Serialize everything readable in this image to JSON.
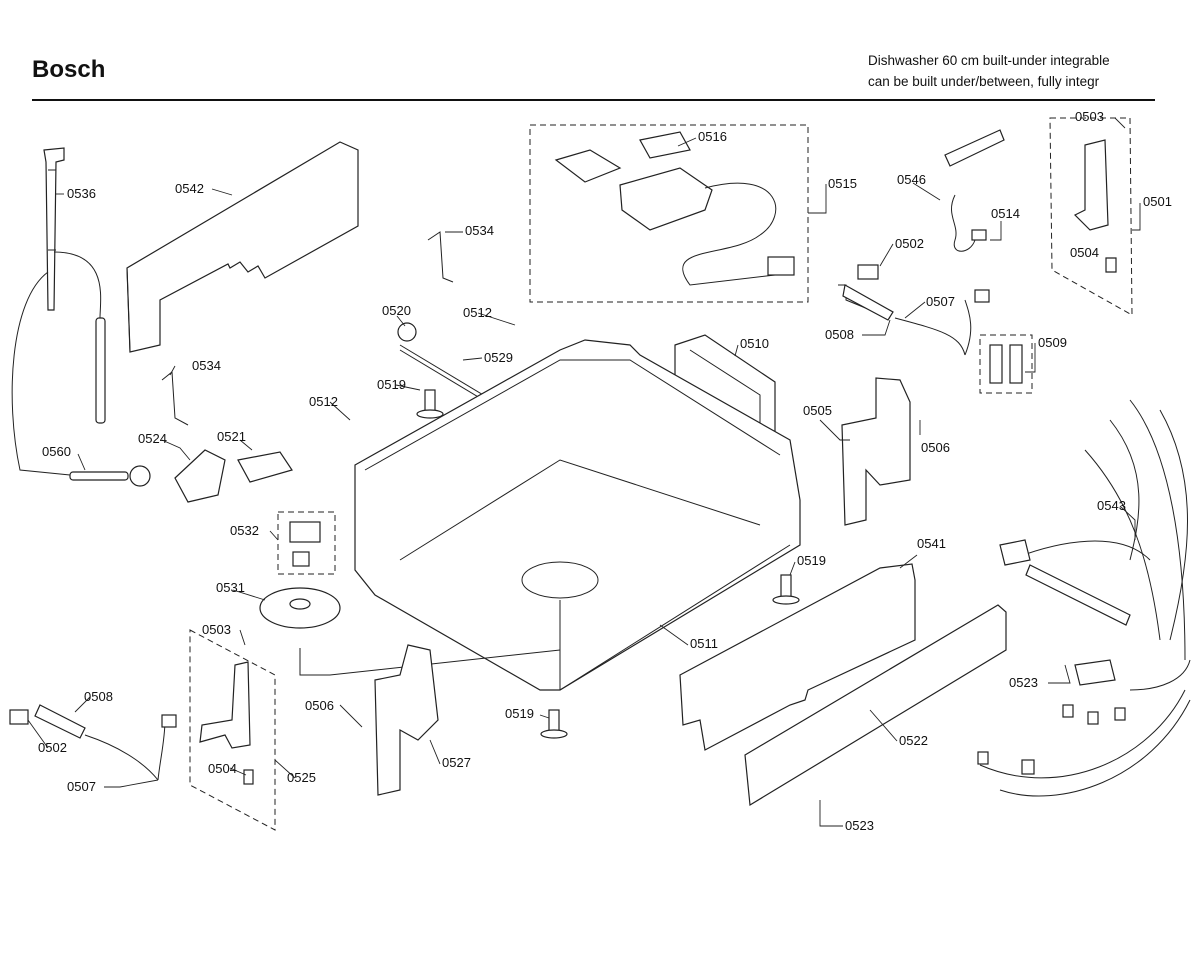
{
  "header": {
    "brand": "Bosch",
    "description_line1": "Dishwasher 60 cm built-under integrable",
    "description_line2": "can be built under/between, fully integr"
  },
  "parts": [
    {
      "id": "p0536",
      "label": "0536"
    },
    {
      "id": "p0542",
      "label": "0542"
    },
    {
      "id": "p0516",
      "label": "0516"
    },
    {
      "id": "p0515",
      "label": "0515"
    },
    {
      "id": "p0546",
      "label": "0546"
    },
    {
      "id": "p0514",
      "label": "0514"
    },
    {
      "id": "p0503a",
      "label": "0503"
    },
    {
      "id": "p0501",
      "label": "0501"
    },
    {
      "id": "p0504a",
      "label": "0504"
    },
    {
      "id": "p0534a",
      "label": "0534"
    },
    {
      "id": "p0502a",
      "label": "0502"
    },
    {
      "id": "p0507a",
      "label": "0507"
    },
    {
      "id": "p0508a",
      "label": "0508"
    },
    {
      "id": "p0520",
      "label": "0520"
    },
    {
      "id": "p0512a",
      "label": "0512"
    },
    {
      "id": "p0510",
      "label": "0510"
    },
    {
      "id": "p0509",
      "label": "0509"
    },
    {
      "id": "p0529",
      "label": "0529"
    },
    {
      "id": "p0534b",
      "label": "0534"
    },
    {
      "id": "p0519a",
      "label": "0519"
    },
    {
      "id": "p0512b",
      "label": "0512"
    },
    {
      "id": "p0505",
      "label": "0505"
    },
    {
      "id": "p0506a",
      "label": "0506"
    },
    {
      "id": "p0560",
      "label": "0560"
    },
    {
      "id": "p0524",
      "label": "0524"
    },
    {
      "id": "p0521",
      "label": "0521"
    },
    {
      "id": "p0543",
      "label": "0543"
    },
    {
      "id": "p0532",
      "label": "0532"
    },
    {
      "id": "p0541",
      "label": "0541"
    },
    {
      "id": "p0519b",
      "label": "0519"
    },
    {
      "id": "p0531",
      "label": "0531"
    },
    {
      "id": "p0503b",
      "label": "0503"
    },
    {
      "id": "p0511",
      "label": "0511"
    },
    {
      "id": "p0523a",
      "label": "0523"
    },
    {
      "id": "p0508b",
      "label": "0508"
    },
    {
      "id": "p0506b",
      "label": "0506"
    },
    {
      "id": "p0502b",
      "label": "0502"
    },
    {
      "id": "p0504b",
      "label": "0504"
    },
    {
      "id": "p0525",
      "label": "0525"
    },
    {
      "id": "p0527",
      "label": "0527"
    },
    {
      "id": "p0519c",
      "label": "0519"
    },
    {
      "id": "p0522",
      "label": "0522"
    },
    {
      "id": "p0507b",
      "label": "0507"
    },
    {
      "id": "p0523b",
      "label": "0523"
    }
  ]
}
